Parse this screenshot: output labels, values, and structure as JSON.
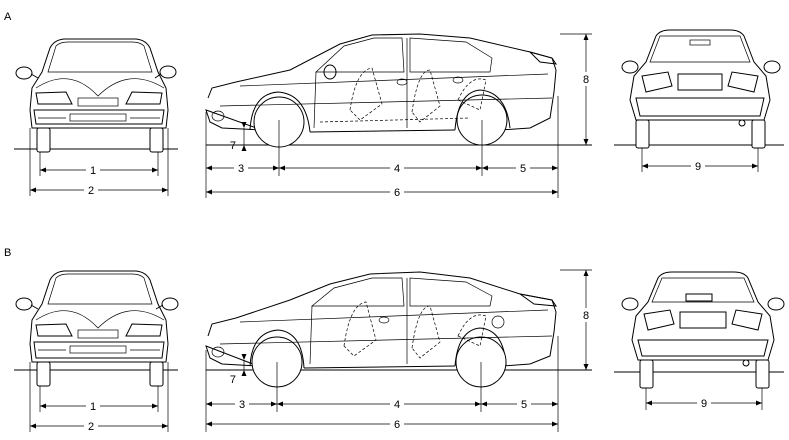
{
  "panels": [
    {
      "label": "A",
      "dims": {
        "d1": "1",
        "d2": "2",
        "d3": "3",
        "d4": "4",
        "d5": "5",
        "d6": "6",
        "d7": "7",
        "d8": "8",
        "d9": "9"
      }
    },
    {
      "label": "B",
      "dims": {
        "d1": "1",
        "d2": "2",
        "d3": "3",
        "d4": "4",
        "d5": "5",
        "d6": "6",
        "d7": "7",
        "d8": "8",
        "d9": "9"
      }
    }
  ]
}
